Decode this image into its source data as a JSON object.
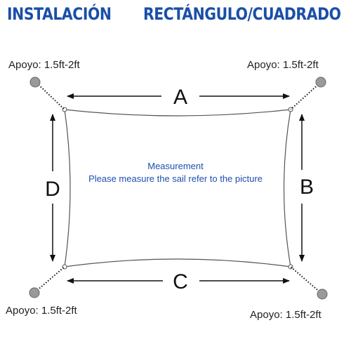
{
  "header": {
    "left_title": "INSTALACIÓN",
    "right_title": "RECTÁNGULO/CUADRADO"
  },
  "supports": {
    "top_left": "Apoyo: 1.5ft-2ft",
    "top_right": "Apoyo: 1.5ft-2ft",
    "bottom_left": "Apoyo: 1.5ft-2ft",
    "bottom_right": "Apoyo: 1.5ft-2ft"
  },
  "dimensions": {
    "top": "A",
    "right": "B",
    "bottom": "C",
    "left": "D"
  },
  "center_text": {
    "heading": "Measurement",
    "instruction": "Please measure the sail refer to the picture"
  },
  "colors": {
    "title": "#1a4fa8",
    "center_text": "#1e4fb0",
    "sail_edge": "#555555",
    "arrow": "#111111",
    "post": "#9a9a9a"
  }
}
